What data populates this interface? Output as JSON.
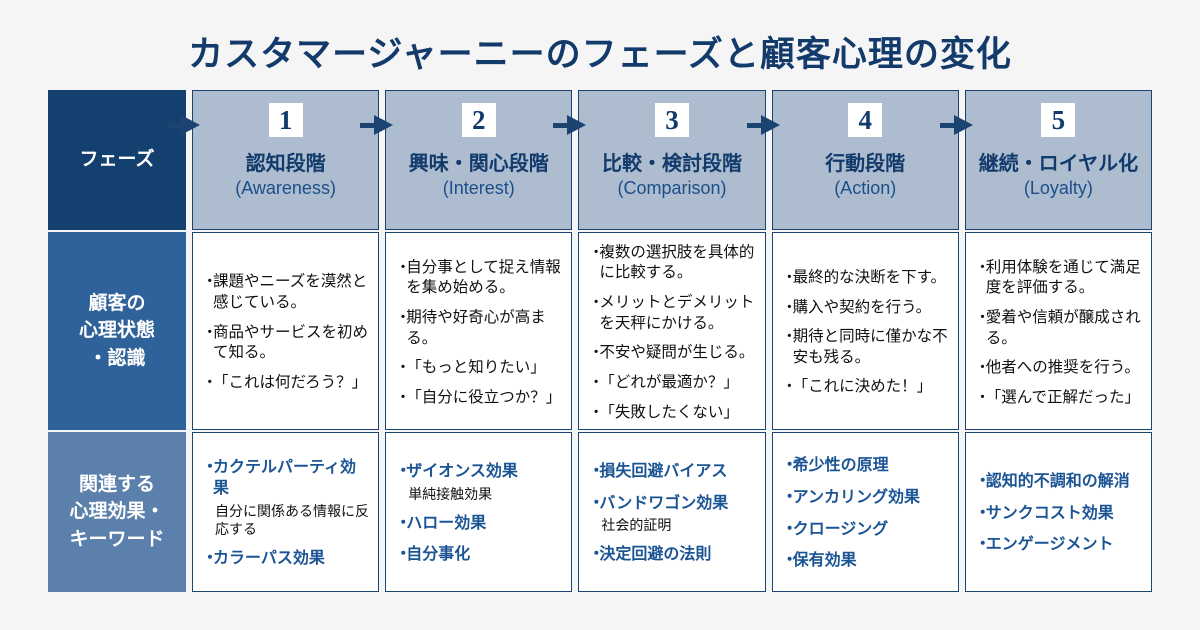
{
  "title": "カスタマージャーニーのフェーズと顧客心理の変化",
  "colors": {
    "background": "#f5f5f5",
    "title": "#123a6b",
    "header_cell": "#adbccf",
    "border": "#1b4570",
    "label_dark": "#14406f",
    "label_mid": "#2f629a",
    "label_light": "#5b80ab",
    "keyword_text": "#1b5494",
    "body_text": "#111111"
  },
  "row_labels": [
    {
      "text": "フェーズ"
    },
    {
      "text": "顧客の\n心理状態\n・認識"
    },
    {
      "text": "関連する\n心理効果・\nキーワード"
    }
  ],
  "phases": [
    {
      "number": "1",
      "name_jp": "認知段階",
      "name_en": "(Awareness)",
      "psychology": [
        "課題やニーズを漠然と感じている。",
        "商品やサービスを初めて知る。",
        "「これは何だろう？」"
      ],
      "keywords": [
        {
          "term": "カクテルパーティ効果",
          "note": "自分に関係ある情報に反応する"
        },
        {
          "term": "カラーパス効果",
          "note": ""
        }
      ]
    },
    {
      "number": "2",
      "name_jp": "興味・関心段階",
      "name_en": "(Interest)",
      "psychology": [
        "自分事として捉え情報を集め始める。",
        "期待や好奇心が高まる。",
        "「もっと知りたい」",
        "「自分に役立つか？」"
      ],
      "keywords": [
        {
          "term": "ザイオンス効果",
          "note": "単純接触効果"
        },
        {
          "term": "ハロー効果",
          "note": ""
        },
        {
          "term": "自分事化",
          "note": ""
        }
      ]
    },
    {
      "number": "3",
      "name_jp": "比較・検討段階",
      "name_en": "(Comparison)",
      "psychology": [
        "複数の選択肢を具体的に比較する。",
        "メリットとデメリットを天秤にかける。",
        "不安や疑問が生じる。",
        "「どれが最適か？」",
        "「失敗したくない」"
      ],
      "keywords": [
        {
          "term": "損失回避バイアス",
          "note": ""
        },
        {
          "term": "バンドワゴン効果",
          "note": "社会的証明"
        },
        {
          "term": "決定回避の法則",
          "note": ""
        }
      ]
    },
    {
      "number": "4",
      "name_jp": "行動段階",
      "name_en": "(Action)",
      "psychology": [
        "最終的な決断を下す。",
        "購入や契約を行う。",
        "期待と同時に僅かな不安も残る。",
        "「これに決めた！」"
      ],
      "keywords": [
        {
          "term": "希少性の原理",
          "note": ""
        },
        {
          "term": "アンカリング効果",
          "note": ""
        },
        {
          "term": "クロージング",
          "note": ""
        },
        {
          "term": "保有効果",
          "note": ""
        }
      ]
    },
    {
      "number": "5",
      "name_jp": "継続・ロイヤル化",
      "name_en": "(Loyalty)",
      "psychology": [
        "利用体験を通じて満足度を評価する。",
        "愛着や信頼が醸成される。",
        "他者への推奨を行う。",
        "「選んで正解だった」"
      ],
      "keywords": [
        {
          "term": "認知的不調和の解消",
          "note": ""
        },
        {
          "term": "サンクコスト効果",
          "note": ""
        },
        {
          "term": "エンゲージメント",
          "note": ""
        }
      ]
    }
  ],
  "bullet_glyph": "・",
  "arrow_icon": "right-arrow-icon"
}
